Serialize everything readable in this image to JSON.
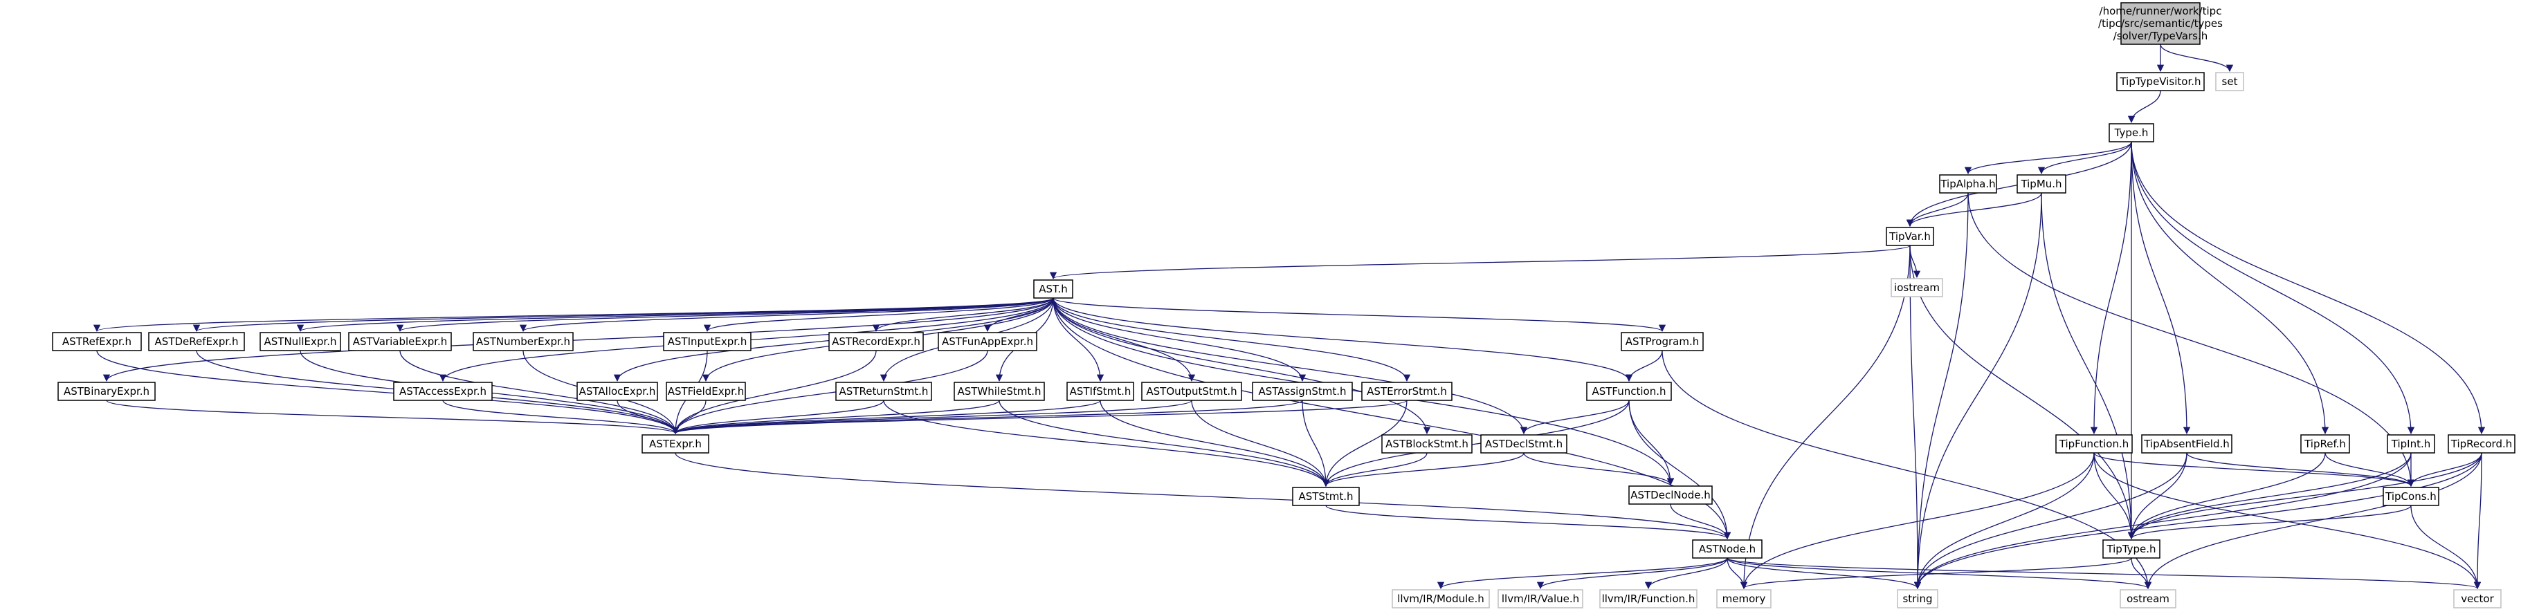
{
  "diagram": {
    "type": "include-dependency-graph",
    "colors": {
      "edge": "#191970",
      "root_fill": "#bfbfbf",
      "external_border": "#bfbfbf",
      "node_border": "#000000"
    },
    "nodes": [
      {
        "id": "root",
        "label": [
          "/home/runner/work/tipc",
          "/tipc/src/semantic/types",
          "/solver/TypeVars.h"
        ],
        "kind": "root"
      },
      {
        "id": "tiptypevisitor",
        "label": [
          "TipTypeVisitor.h"
        ]
      },
      {
        "id": "set",
        "label": [
          "set"
        ],
        "kind": "external"
      },
      {
        "id": "type",
        "label": [
          "Type.h"
        ]
      },
      {
        "id": "tipalpha",
        "label": [
          "TipAlpha.h"
        ]
      },
      {
        "id": "tipmu",
        "label": [
          "TipMu.h"
        ]
      },
      {
        "id": "tipvar",
        "label": [
          "TipVar.h"
        ]
      },
      {
        "id": "iostream",
        "label": [
          "iostream"
        ],
        "kind": "external"
      },
      {
        "id": "ast",
        "label": [
          "AST.h"
        ]
      },
      {
        "id": "astrefexpr",
        "label": [
          "ASTRefExpr.h"
        ]
      },
      {
        "id": "astderefexpr",
        "label": [
          "ASTDeRefExpr.h"
        ]
      },
      {
        "id": "astnullexpr",
        "label": [
          "ASTNullExpr.h"
        ]
      },
      {
        "id": "astvariableexpr",
        "label": [
          "ASTVariableExpr.h"
        ]
      },
      {
        "id": "astnumberexpr",
        "label": [
          "ASTNumberExpr.h"
        ]
      },
      {
        "id": "astinputexpr",
        "label": [
          "ASTInputExpr.h"
        ]
      },
      {
        "id": "astrecordexpr",
        "label": [
          "ASTRecordExpr.h"
        ]
      },
      {
        "id": "astfunappexpr",
        "label": [
          "ASTFunAppExpr.h"
        ]
      },
      {
        "id": "astprogram",
        "label": [
          "ASTProgram.h"
        ]
      },
      {
        "id": "astbinaryexpr",
        "label": [
          "ASTBinaryExpr.h"
        ]
      },
      {
        "id": "astaccessexpr",
        "label": [
          "ASTAccessExpr.h"
        ]
      },
      {
        "id": "astallocexpr",
        "label": [
          "ASTAllocExpr.h"
        ]
      },
      {
        "id": "astfieldexpr",
        "label": [
          "ASTFieldExpr.h"
        ]
      },
      {
        "id": "astreturnstmt",
        "label": [
          "ASTReturnStmt.h"
        ]
      },
      {
        "id": "astwhilestmt",
        "label": [
          "ASTWhileStmt.h"
        ]
      },
      {
        "id": "astifstmt",
        "label": [
          "ASTIfStmt.h"
        ]
      },
      {
        "id": "astoutputstmt",
        "label": [
          "ASTOutputStmt.h"
        ]
      },
      {
        "id": "astassignstmt",
        "label": [
          "ASTAssignStmt.h"
        ]
      },
      {
        "id": "asterrorstmt",
        "label": [
          "ASTErrorStmt.h"
        ]
      },
      {
        "id": "astfunction",
        "label": [
          "ASTFunction.h"
        ]
      },
      {
        "id": "astexpr",
        "label": [
          "ASTExpr.h"
        ]
      },
      {
        "id": "astblockstmt",
        "label": [
          "ASTBlockStmt.h"
        ]
      },
      {
        "id": "astdeclstmt",
        "label": [
          "ASTDeclStmt.h"
        ]
      },
      {
        "id": "astdeclnode",
        "label": [
          "ASTDeclNode.h"
        ]
      },
      {
        "id": "aststmt",
        "label": [
          "ASTStmt.h"
        ]
      },
      {
        "id": "astnode",
        "label": [
          "ASTNode.h"
        ]
      },
      {
        "id": "llvmmodule",
        "label": [
          "llvm/IR/Module.h"
        ],
        "kind": "external"
      },
      {
        "id": "llvmvalue",
        "label": [
          "llvm/IR/Value.h"
        ],
        "kind": "external"
      },
      {
        "id": "llvmfunction",
        "label": [
          "llvm/IR/Function.h"
        ],
        "kind": "external"
      },
      {
        "id": "memory",
        "label": [
          "memory"
        ],
        "kind": "external"
      },
      {
        "id": "string",
        "label": [
          "string"
        ],
        "kind": "external"
      },
      {
        "id": "ostream",
        "label": [
          "ostream"
        ],
        "kind": "external"
      },
      {
        "id": "vector",
        "label": [
          "vector"
        ],
        "kind": "external"
      },
      {
        "id": "tipfunction",
        "label": [
          "TipFunction.h"
        ]
      },
      {
        "id": "tipabsentfield",
        "label": [
          "TipAbsentField.h"
        ]
      },
      {
        "id": "tipref",
        "label": [
          "TipRef.h"
        ]
      },
      {
        "id": "tipint",
        "label": [
          "TipInt.h"
        ]
      },
      {
        "id": "tiprecord",
        "label": [
          "TipRecord.h"
        ]
      },
      {
        "id": "tipcons",
        "label": [
          "TipCons.h"
        ]
      },
      {
        "id": "tiptype",
        "label": [
          "TipType.h"
        ]
      }
    ],
    "edges": [
      [
        "root",
        "tiptypevisitor"
      ],
      [
        "root",
        "set"
      ],
      [
        "tiptypevisitor",
        "type"
      ],
      [
        "type",
        "tipalpha"
      ],
      [
        "type",
        "tipmu"
      ],
      [
        "type",
        "tipvar"
      ],
      [
        "type",
        "tipfunction"
      ],
      [
        "type",
        "tipabsentfield"
      ],
      [
        "type",
        "tipref"
      ],
      [
        "type",
        "tipint"
      ],
      [
        "type",
        "tiprecord"
      ],
      [
        "type",
        "tiptype"
      ],
      [
        "tipalpha",
        "tipvar"
      ],
      [
        "tipalpha",
        "tipcons"
      ],
      [
        "tipalpha",
        "string"
      ],
      [
        "tipmu",
        "tipvar"
      ],
      [
        "tipmu",
        "tiptype"
      ],
      [
        "tipmu",
        "string"
      ],
      [
        "tipvar",
        "ast"
      ],
      [
        "tipvar",
        "iostream"
      ],
      [
        "tipvar",
        "tiptype"
      ],
      [
        "tipvar",
        "string"
      ],
      [
        "tipvar",
        "memory"
      ],
      [
        "ast",
        "astrefexpr"
      ],
      [
        "ast",
        "astderefexpr"
      ],
      [
        "ast",
        "astnullexpr"
      ],
      [
        "ast",
        "astvariableexpr"
      ],
      [
        "ast",
        "astnumberexpr"
      ],
      [
        "ast",
        "astinputexpr"
      ],
      [
        "ast",
        "astrecordexpr"
      ],
      [
        "ast",
        "astfunappexpr"
      ],
      [
        "ast",
        "astprogram"
      ],
      [
        "ast",
        "astbinaryexpr"
      ],
      [
        "ast",
        "astaccessexpr"
      ],
      [
        "ast",
        "astallocexpr"
      ],
      [
        "ast",
        "astfieldexpr"
      ],
      [
        "ast",
        "astreturnstmt"
      ],
      [
        "ast",
        "astwhilestmt"
      ],
      [
        "ast",
        "astifstmt"
      ],
      [
        "ast",
        "astoutputstmt"
      ],
      [
        "ast",
        "astassignstmt"
      ],
      [
        "ast",
        "asterrorstmt"
      ],
      [
        "ast",
        "astfunction"
      ],
      [
        "ast",
        "astblockstmt"
      ],
      [
        "ast",
        "astdeclstmt"
      ],
      [
        "ast",
        "astdeclnode"
      ],
      [
        "ast",
        "astnode"
      ],
      [
        "astrefexpr",
        "astexpr"
      ],
      [
        "astderefexpr",
        "astexpr"
      ],
      [
        "astnullexpr",
        "astexpr"
      ],
      [
        "astvariableexpr",
        "astexpr"
      ],
      [
        "astnumberexpr",
        "astexpr"
      ],
      [
        "astinputexpr",
        "astexpr"
      ],
      [
        "astrecordexpr",
        "astexpr"
      ],
      [
        "astfunappexpr",
        "astexpr"
      ],
      [
        "astbinaryexpr",
        "astexpr"
      ],
      [
        "astaccessexpr",
        "astexpr"
      ],
      [
        "astallocexpr",
        "astexpr"
      ],
      [
        "astfieldexpr",
        "astexpr"
      ],
      [
        "astreturnstmt",
        "astexpr"
      ],
      [
        "astreturnstmt",
        "aststmt"
      ],
      [
        "astwhilestmt",
        "astexpr"
      ],
      [
        "astwhilestmt",
        "aststmt"
      ],
      [
        "astifstmt",
        "astexpr"
      ],
      [
        "astifstmt",
        "aststmt"
      ],
      [
        "astoutputstmt",
        "astexpr"
      ],
      [
        "astoutputstmt",
        "aststmt"
      ],
      [
        "astassignstmt",
        "astexpr"
      ],
      [
        "astassignstmt",
        "aststmt"
      ],
      [
        "asterrorstmt",
        "astexpr"
      ],
      [
        "asterrorstmt",
        "aststmt"
      ],
      [
        "astblockstmt",
        "aststmt"
      ],
      [
        "astprogram",
        "astfunction"
      ],
      [
        "astprogram",
        "ostream"
      ],
      [
        "astfunction",
        "astdeclstmt"
      ],
      [
        "astfunction",
        "astdeclnode"
      ],
      [
        "astfunction",
        "aststmt"
      ],
      [
        "astfunction",
        "astnode"
      ],
      [
        "astdeclstmt",
        "aststmt"
      ],
      [
        "astdeclstmt",
        "astdeclnode"
      ],
      [
        "astdeclnode",
        "astnode"
      ],
      [
        "astexpr",
        "astnode"
      ],
      [
        "aststmt",
        "astnode"
      ],
      [
        "astnode",
        "llvmmodule"
      ],
      [
        "astnode",
        "llvmvalue"
      ],
      [
        "astnode",
        "llvmfunction"
      ],
      [
        "astnode",
        "memory"
      ],
      [
        "astnode",
        "string"
      ],
      [
        "astnode",
        "ostream"
      ],
      [
        "astnode",
        "vector"
      ],
      [
        "tipfunction",
        "tiptype"
      ],
      [
        "tipfunction",
        "tipcons"
      ],
      [
        "tipfunction",
        "memory"
      ],
      [
        "tipfunction",
        "string"
      ],
      [
        "tipfunction",
        "vector"
      ],
      [
        "tipabsentfield",
        "tiptype"
      ],
      [
        "tipabsentfield",
        "tipcons"
      ],
      [
        "tipabsentfield",
        "string"
      ],
      [
        "tipref",
        "tipcons"
      ],
      [
        "tipref",
        "tiptype"
      ],
      [
        "tipint",
        "tipcons"
      ],
      [
        "tipint",
        "tiptype"
      ],
      [
        "tipint",
        "string"
      ],
      [
        "tiprecord",
        "tipcons"
      ],
      [
        "tiprecord",
        "tiptype"
      ],
      [
        "tiprecord",
        "string"
      ],
      [
        "tiprecord",
        "vector"
      ],
      [
        "tiprecord",
        "ostream"
      ],
      [
        "tipcons",
        "tiptype"
      ],
      [
        "tipcons",
        "vector"
      ],
      [
        "tiptype",
        "ostream"
      ],
      [
        "tiptype",
        "memory"
      ]
    ]
  }
}
